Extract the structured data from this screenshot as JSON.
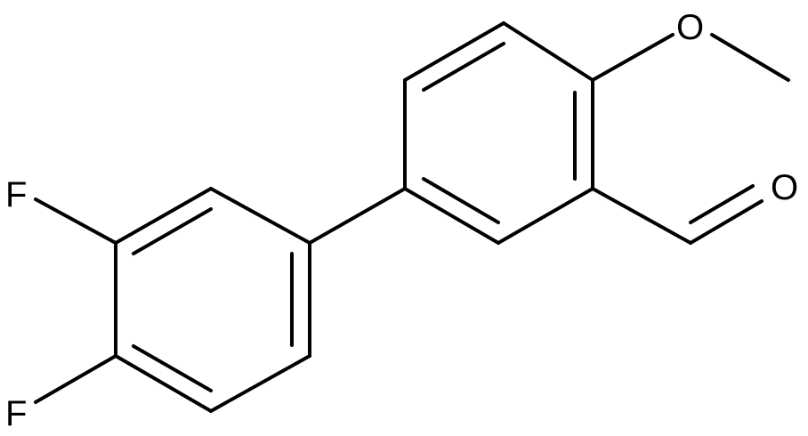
{
  "molecule": {
    "atom_labels": {
      "f1": "F",
      "f2": "F",
      "o_aldehyde": "O"
    }
  },
  "colors": {
    "background": "#ffffff",
    "bond": "#000000",
    "text": "#000000"
  }
}
